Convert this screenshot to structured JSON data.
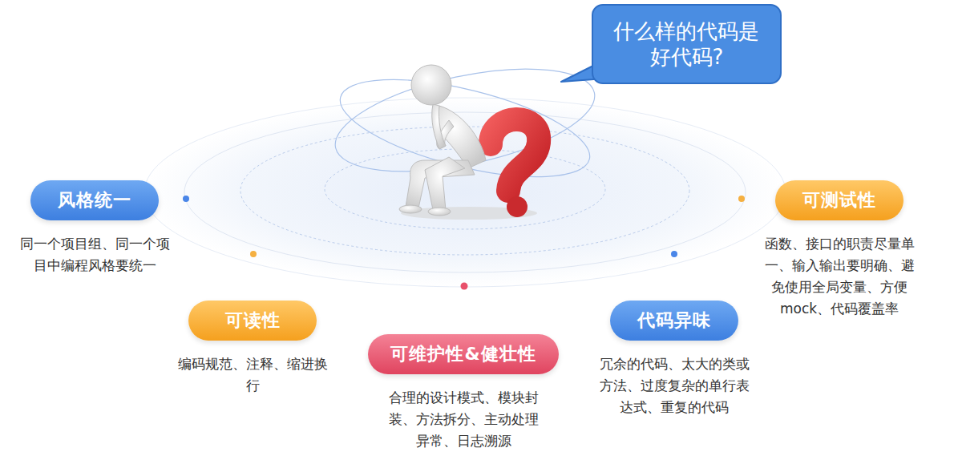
{
  "diagram": {
    "nodes": [
      {
        "text": [
          "什么样的代码是 好代码?"
        ]
      },
      {
        "text": [
          "风格统一",
          "同一个项目组、同一个项 目中编程风格要统一"
        ]
      },
      {
        "text": [
          "可读性",
          "编码规范、注释、缩进换 行"
        ]
      },
      {
        "text": [
          "可维护性&健壮性",
          "合理的设计模式、模块封 装、方法拆分、主动处理 异常、日志溯源"
        ]
      },
      {
        "text": [
          "代码异味",
          "冗余的代码、太大的类或 方法、过度复杂的单行表 达式、重复的代码"
        ]
      },
      {
        "text": [
          "可测试性",
          "函数、接口的职责尽量单 一、输入输出要明确、避 免使用全局变量、方便 mock、代码覆盖率"
        ]
      }
    ]
  }
}
